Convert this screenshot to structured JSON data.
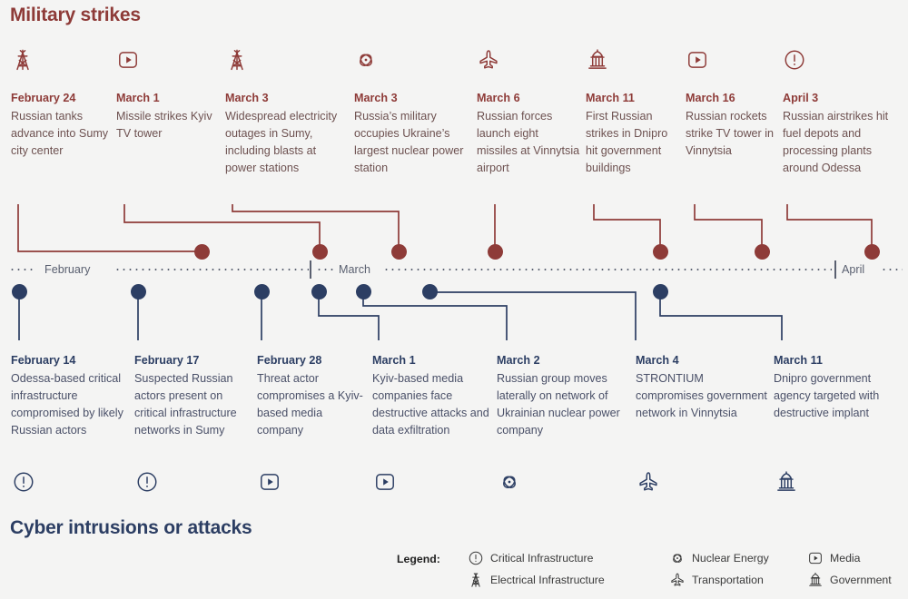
{
  "military": {
    "title": "Military strikes",
    "color": "#8e3b38",
    "events": [
      {
        "icon": "electrical-infrastructure-icon",
        "date": "February 24",
        "desc": "Russian tanks advance into Sumy city center"
      },
      {
        "icon": "media-icon",
        "date": "March 1",
        "desc": "Missile strikes Kyiv TV  tower"
      },
      {
        "icon": "electrical-infrastructure-icon",
        "date": "March 3",
        "desc": "Widespread electricity outages in Sumy, including blasts at power stations"
      },
      {
        "icon": "nuclear-energy-icon",
        "date": "March 3",
        "desc": "Russia’s military occupies Ukraine’s largest nuclear power station"
      },
      {
        "icon": "transportation-icon",
        "date": "March 6",
        "desc": "Russian forces launch eight missiles at Vinnytsia airport"
      },
      {
        "icon": "government-icon",
        "date": "March 11",
        "desc": "First Russian strikes in Dnipro hit government buildings"
      },
      {
        "icon": "media-icon",
        "date": "March 16",
        "desc": "Russian rockets strike TV tower in Vinnytsia"
      },
      {
        "icon": "critical-infrastructure-icon",
        "date": "April 3",
        "desc": "Russian airstrikes hit fuel depots and processing plants around Odessa"
      }
    ]
  },
  "cyber": {
    "title": "Cyber intrusions or attacks",
    "color": "#2c3e63",
    "events": [
      {
        "icon": "critical-infrastructure-icon",
        "date": "February 14",
        "desc": "Odessa-based critical infrastructure compromised by likely Russian actors"
      },
      {
        "icon": "critical-infrastructure-icon",
        "date": "February 17",
        "desc": "Suspected Russian actors present on critical infrastructure networks in Sumy"
      },
      {
        "icon": "media-icon",
        "date": "February 28",
        "desc": "Threat actor compromises a Kyiv-based media company"
      },
      {
        "icon": "media-icon",
        "date": "March 1",
        "desc": "Kyiv-based media companies face destructive attacks and data exfiltration"
      },
      {
        "icon": "nuclear-energy-icon",
        "date": "March 2",
        "desc": "Russian group moves laterally on network of Ukrainian nuclear power company"
      },
      {
        "icon": "transportation-icon",
        "date": "March 4",
        "desc": "STRONTIUM compromises government network in Vinnytsia"
      },
      {
        "icon": "government-icon",
        "date": "March 11",
        "desc": "Dnipro government agency targeted with destructive implant"
      }
    ]
  },
  "axis": {
    "months": [
      "February",
      "March",
      "April"
    ]
  },
  "legend": {
    "label": "Legend:",
    "items": [
      {
        "icon": "critical-infrastructure-icon",
        "label": "Critical Infrastructure"
      },
      {
        "icon": "nuclear-energy-icon",
        "label": "Nuclear Energy"
      },
      {
        "icon": "media-icon",
        "label": "Media"
      },
      {
        "icon": "electrical-infrastructure-icon",
        "label": "Electrical Infrastructure"
      },
      {
        "icon": "transportation-icon",
        "label": "Transportation"
      },
      {
        "icon": "government-icon",
        "label": "Government"
      }
    ]
  }
}
